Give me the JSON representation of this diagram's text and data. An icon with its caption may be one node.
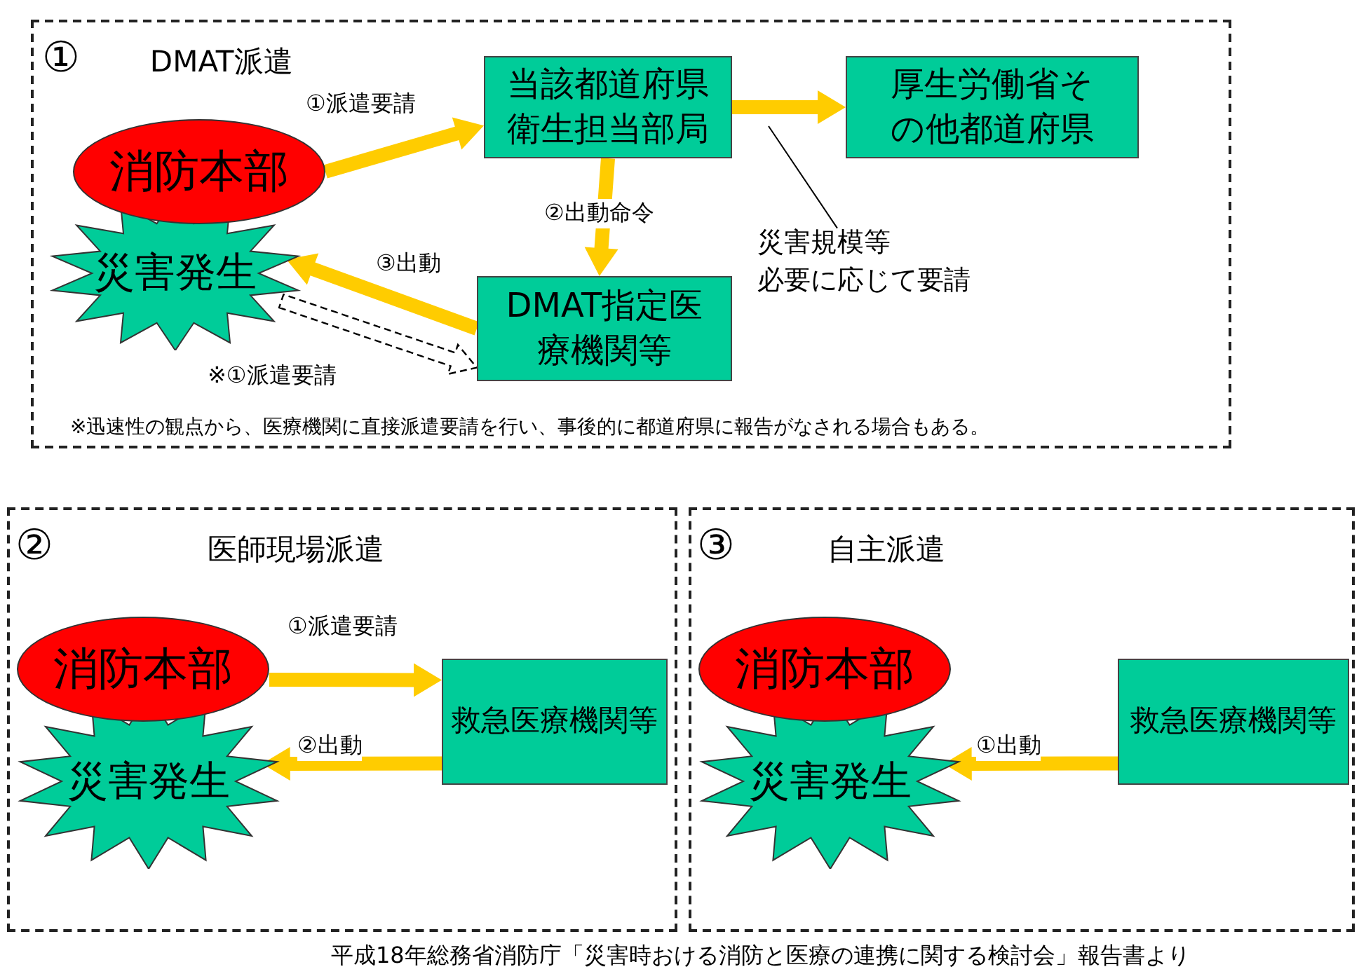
{
  "diagram": {
    "caption": "平成18年総務省消防庁「災害時おける消防と医療の連携に関する検討会」報告書より",
    "nodes": [
      {
        "text": [
          "①",
          "DMAT派遣"
        ]
      },
      {
        "text": [
          "消防本部"
        ],
        "in": 0
      },
      {
        "text": [
          "災害発生"
        ],
        "in": 0
      },
      {
        "text": [
          "当該都道府県衛生担当部局"
        ],
        "in": 0
      },
      {
        "text": [
          "厚生労働省その他都道府県"
        ],
        "in": 0
      },
      {
        "text": [
          "DMAT指定医療機関等"
        ],
        "in": 0
      },
      {
        "text": [
          "災害規模等",
          "必要に応じて要請"
        ],
        "in": 0
      },
      {
        "text": [
          "②",
          "医師現場派遣"
        ]
      },
      {
        "text": [
          "消防本部"
        ],
        "in": 7
      },
      {
        "text": [
          "災害発生"
        ],
        "in": 7
      },
      {
        "text": [
          "救急医療機関等"
        ],
        "in": 7
      },
      {
        "text": [
          "③",
          "自主派遣"
        ]
      },
      {
        "text": [
          "消防本部"
        ],
        "in": 11
      },
      {
        "text": [
          "災害発生"
        ],
        "in": 11
      },
      {
        "text": [
          "救急医療機関等"
        ],
        "in": 11
      }
    ],
    "edges": [
      {
        "from": 1,
        "to": 3,
        "arrow": "to",
        "label": "①派遣要請"
      },
      {
        "from": 3,
        "to": 4,
        "arrow": "to"
      },
      {
        "from": 3,
        "to": 5,
        "arrow": "to",
        "label": "②出動命令"
      },
      {
        "from": 5,
        "to": 2,
        "arrow": "to",
        "label": "③出動"
      },
      {
        "from": 2,
        "to": 5,
        "arrow": "to",
        "label": "※①派遣要請",
        "style": "dashed",
        "color": "#000000"
      },
      {
        "from": 6,
        "to": null,
        "arrow": "none",
        "color": "#000000"
      },
      {
        "from": 8,
        "to": 10,
        "arrow": "to",
        "label": "①派遣要請"
      },
      {
        "from": 10,
        "to": 9,
        "arrow": "to",
        "label": "②出動"
      },
      {
        "from": 14,
        "to": 13,
        "arrow": "to",
        "label": "①出動"
      }
    ],
    "labels": [
      "※迅速性の観点から、医療機関に直接派遣要請を行い、事後的に都道府県に報告がなされる場合もある。"
    ]
  }
}
